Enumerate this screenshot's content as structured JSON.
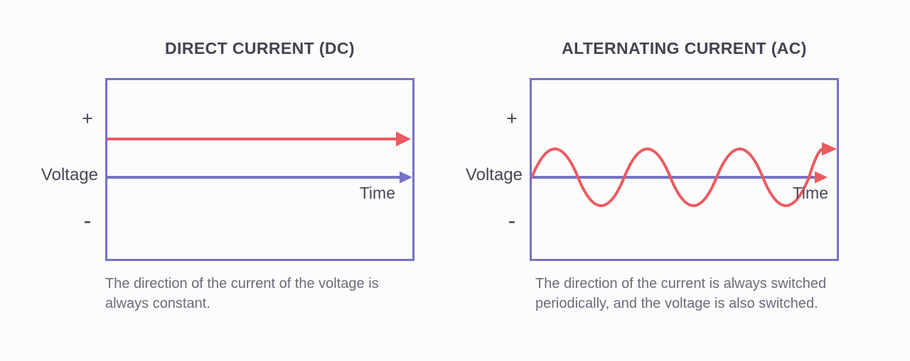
{
  "colors": {
    "background": "#fcfcfc",
    "box_border": "#7672c3",
    "axis": "#7672c3",
    "signal": "#ec5a60",
    "title_text": "#45424f",
    "label_text": "#4a4756",
    "caption_text": "#6d6a78"
  },
  "panels": [
    {
      "title": "DIRECT CURRENT (DC)",
      "plus": "+",
      "voltage": "Voltage",
      "minus": "-",
      "time": "Time",
      "caption": "The direction of the current of the voltage is always constant."
    },
    {
      "title": "ALTERNATING CURRENT (AC)",
      "plus": "+",
      "voltage": "Voltage",
      "minus": "-",
      "time": "Time",
      "caption": "The direction of the current is always switched periodically, and the voltage is also switched."
    }
  ]
}
